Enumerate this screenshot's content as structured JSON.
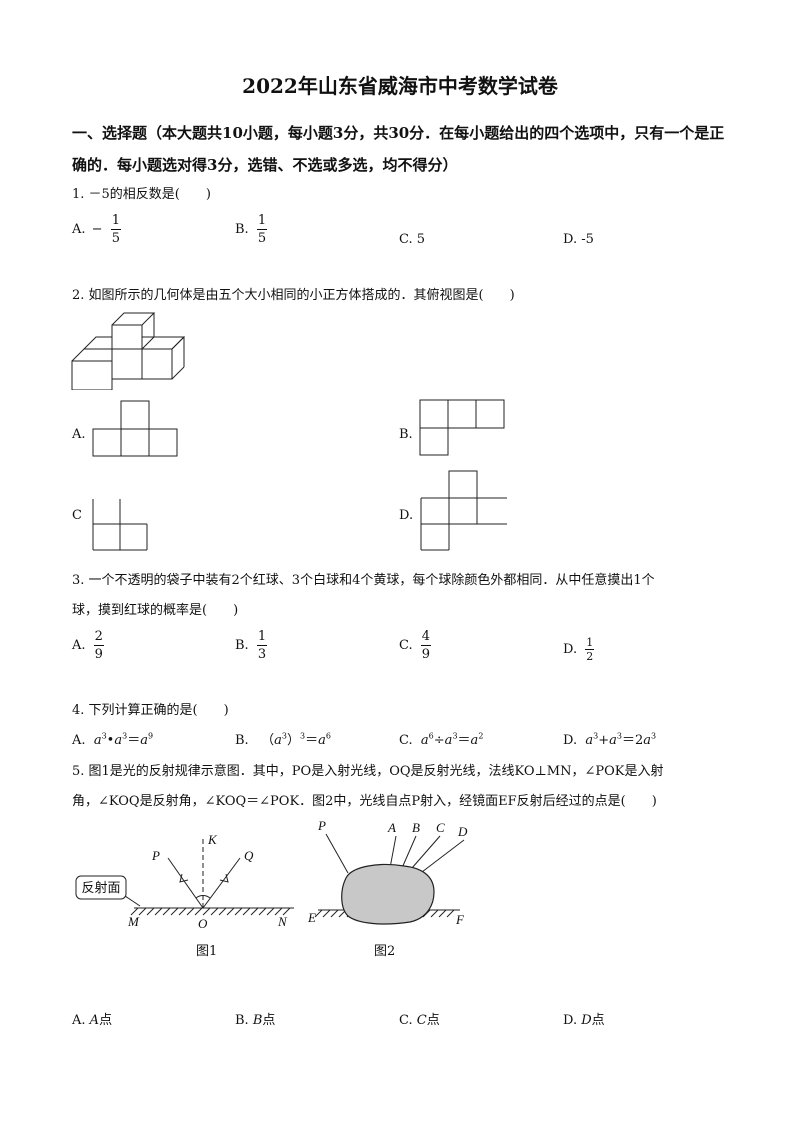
{
  "title": "2022年山东省威海市中考数学试卷",
  "section": "一、选择题（本大题共10小题，每小题3分，共30分．在每小题给出的四个选项中，只有一个是正确的．每小题选对得3分，选错、不选或多选，均不得分）",
  "q1": {
    "stem": "1. －5的相反数是(　　)",
    "a_label": "A.",
    "a_sign": "−",
    "a_num": "1",
    "a_den": "5",
    "b_label": "B.",
    "b_num": "1",
    "b_den": "5",
    "c": "C.  5",
    "d": "D.  -5"
  },
  "q2": {
    "stem": "2. 如图所示的几何体是由五个大小相同的小正方体搭成的．其俯视图是(　　)",
    "a_label": "A.",
    "b_label": "B.",
    "c_label": "C",
    "d_label": "D."
  },
  "q3": {
    "stem_line1": "3. 一个不透明的袋子中装有2个红球、3个白球和4个黄球，每个球除颜色外都相同．从中任意摸出1个",
    "stem_line2": "球，摸到红球的概率是(　　)",
    "a_label": "A.",
    "a_num": "2",
    "a_den": "9",
    "b_label": "B.",
    "b_num": "1",
    "b_den": "3",
    "c_label": "C.",
    "c_num": "4",
    "c_den": "9",
    "d_label": "D.",
    "d_num": "1",
    "d_den": "2"
  },
  "q4": {
    "stem": "4. 下列计算正确的是(　　)",
    "a": "A.",
    "b": "B.",
    "c": "C.",
    "d": "D."
  },
  "q5": {
    "stem_line1": "5. 图1是光的反射规律示意图．其中，PO是入射光线，OQ是反射光线，法线KO⊥MN，∠POK是入射",
    "stem_line2": "角，∠KOQ是反射角，∠KOQ＝∠POK．图2中，光线自点P射入，经镜面EF反射后经过的点是(　　)",
    "fig1_caption": "图1",
    "fig2_caption": "图2",
    "fig1_box": "反射面",
    "fig1_labels": {
      "P": "P",
      "K": "K",
      "Q": "Q",
      "M": "M",
      "O": "O",
      "N": "N"
    },
    "fig2_labels": {
      "P": "P",
      "A": "A",
      "B": "B",
      "C": "C",
      "D": "D",
      "E": "E",
      "F": "F"
    },
    "a_label": "A.",
    "a_pt": "A",
    "b_label": "B.",
    "b_pt": "B",
    "c_label": "C.",
    "c_pt": "C",
    "d_label": "D.",
    "d_pt": "D",
    "pt_suffix": "点"
  }
}
